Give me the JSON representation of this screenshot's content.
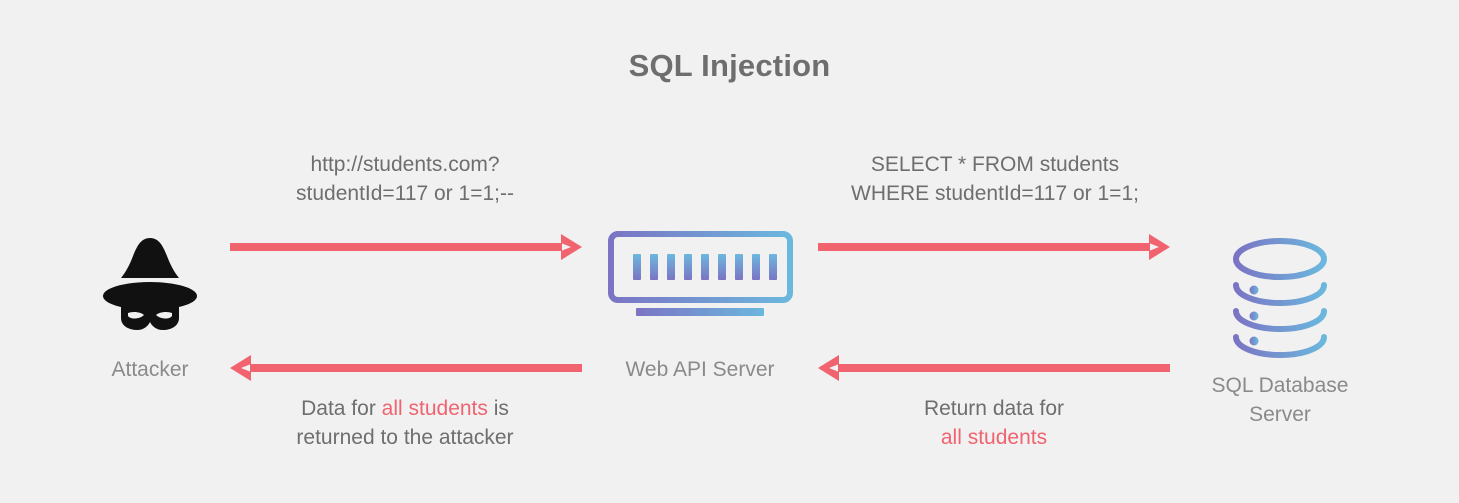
{
  "diagram": {
    "title": "SQL Injection",
    "background_color": "#f1f1f1",
    "text_color": "#6e6e6e",
    "accent_color": "#f0636f",
    "icon_gradient_from": "#7b74c4",
    "icon_gradient_to": "#6bb8de"
  },
  "nodes": {
    "attacker": {
      "label": "Attacker",
      "icon": "spy-hat-mask-icon"
    },
    "server": {
      "label": "Web API Server",
      "icon": "server-rack-icon"
    },
    "database": {
      "label_line1": "SQL Database",
      "label_line2": "Server",
      "icon": "database-cylinder-icon"
    }
  },
  "flows": {
    "request_attacker_to_server": {
      "line1": "http://students.com?",
      "line2": "studentId=117 or 1=1;--",
      "direction": "right"
    },
    "request_server_to_db": {
      "line1": "SELECT * FROM students",
      "line2": "WHERE studentId=117 or 1=1;",
      "direction": "right"
    },
    "response_db_to_server": {
      "line1": "Return data for",
      "line2_highlight": "all students",
      "direction": "left"
    },
    "response_server_to_attacker": {
      "line1_pre": "Data for ",
      "line1_highlight": "all students",
      "line1_post": " is",
      "line2": "returned to the attacker",
      "direction": "left"
    }
  }
}
